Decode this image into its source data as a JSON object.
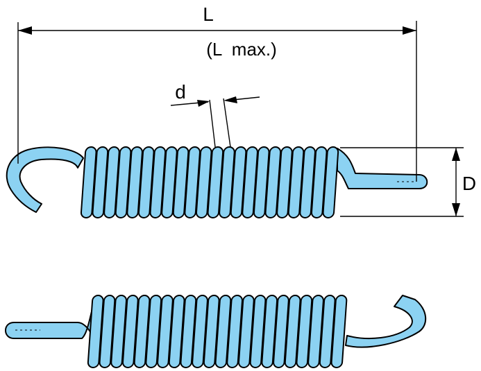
{
  "labels": {
    "length": "L",
    "length_max": "(L  max.)",
    "wire_diameter": "d",
    "coil_diameter": "D"
  },
  "colors": {
    "spring_fill": "#8cd2f2",
    "outline": "#000000",
    "background": "#ffffff"
  },
  "springs": {
    "top": {
      "coil_count": 22,
      "end_style": "open hook left, straight loop end right"
    },
    "bottom": {
      "coil_count": 22,
      "end_style": "straight loop end left, open hook right"
    }
  }
}
